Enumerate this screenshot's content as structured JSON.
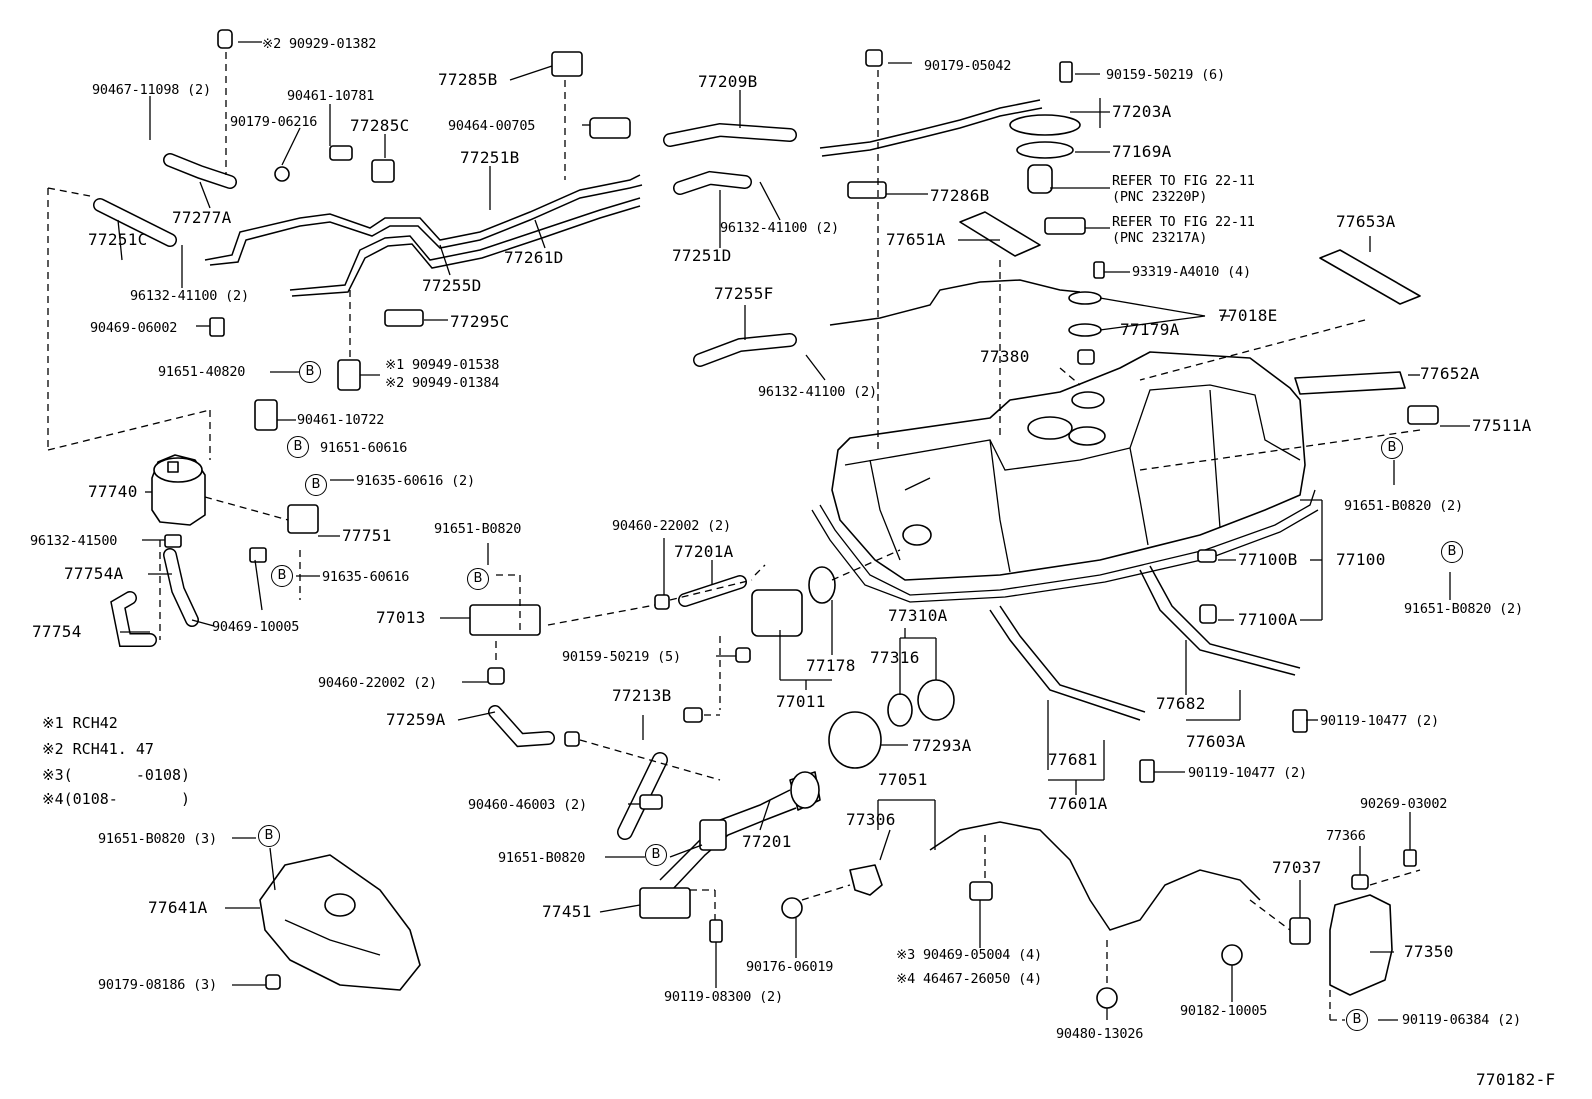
{
  "diagram": {
    "figure_id": "770182-F",
    "notes": [
      {
        "mark": "※1",
        "text": "RCH42"
      },
      {
        "mark": "※2",
        "text": "RCH41. 47"
      },
      {
        "mark": "※3",
        "text": "(       -0108)"
      },
      {
        "mark": "※4",
        "text": "(0108-       )"
      }
    ],
    "refer_1": [
      "REFER TO FIG 22-11",
      "(PNC 23220P)"
    ],
    "refer_2": [
      "REFER TO FIG 22-11",
      "(PNC 23217A)"
    ],
    "bubble": "B",
    "labels": [
      {
        "id": "l1",
        "text": "※2 90929-01382"
      },
      {
        "id": "l2",
        "text": "90467-11098 (2)"
      },
      {
        "id": "l3",
        "text": "90461-10781"
      },
      {
        "id": "l4",
        "text": "90179-06216"
      },
      {
        "id": "l5",
        "text": "77285C"
      },
      {
        "id": "l6",
        "text": "77285B"
      },
      {
        "id": "l7",
        "text": "90464-00705"
      },
      {
        "id": "l8",
        "text": "77209B"
      },
      {
        "id": "l9",
        "text": "90179-05042"
      },
      {
        "id": "l10",
        "text": "90159-50219 (6)"
      },
      {
        "id": "l11",
        "text": "77203A"
      },
      {
        "id": "l12",
        "text": "77169A"
      },
      {
        "id": "l13",
        "text": "77251B"
      },
      {
        "id": "l14",
        "text": "77277A"
      },
      {
        "id": "l15",
        "text": "77251C"
      },
      {
        "id": "l16",
        "text": "96132-41100 (2)"
      },
      {
        "id": "l17",
        "text": "77255D"
      },
      {
        "id": "l18",
        "text": "77261D"
      },
      {
        "id": "l19",
        "text": "96132-41100 (2)"
      },
      {
        "id": "l20",
        "text": "77251D"
      },
      {
        "id": "l21",
        "text": "77286B"
      },
      {
        "id": "l22",
        "text": "77651A"
      },
      {
        "id": "l23",
        "text": "77653A"
      },
      {
        "id": "l24",
        "text": "93319-A4010 (4)"
      },
      {
        "id": "l25",
        "text": "90469-06002"
      },
      {
        "id": "l26",
        "text": "77295C"
      },
      {
        "id": "l27",
        "text": "77255F"
      },
      {
        "id": "l28",
        "text": "77179A"
      },
      {
        "id": "l29",
        "text": "77018E"
      },
      {
        "id": "l30",
        "text": "91651-40820"
      },
      {
        "id": "l31",
        "text": "※1 90949-01538"
      },
      {
        "id": "l32",
        "text": "※2 90949-01384"
      },
      {
        "id": "l33",
        "text": "77380"
      },
      {
        "id": "l34",
        "text": "77652A"
      },
      {
        "id": "l35",
        "text": "96132-41100 (2)"
      },
      {
        "id": "l36",
        "text": "90461-10722"
      },
      {
        "id": "l37",
        "text": "91651-60616"
      },
      {
        "id": "l38",
        "text": "77511A"
      },
      {
        "id": "l39",
        "text": "77740"
      },
      {
        "id": "l40",
        "text": "91635-60616 (2)"
      },
      {
        "id": "l41",
        "text": "91651-B0820 (2)"
      },
      {
        "id": "l42",
        "text": "96132-41500"
      },
      {
        "id": "l43",
        "text": "77751"
      },
      {
        "id": "l44",
        "text": "91651-B0820"
      },
      {
        "id": "l45",
        "text": "90460-22002 (2)"
      },
      {
        "id": "l46",
        "text": "77201A"
      },
      {
        "id": "l47",
        "text": "77754A"
      },
      {
        "id": "l48",
        "text": "91635-60616"
      },
      {
        "id": "l49",
        "text": "77100B"
      },
      {
        "id": "l50",
        "text": "77100"
      },
      {
        "id": "l51",
        "text": "77754"
      },
      {
        "id": "l52",
        "text": "90469-10005"
      },
      {
        "id": "l53",
        "text": "77013"
      },
      {
        "id": "l54",
        "text": "77310A"
      },
      {
        "id": "l55",
        "text": "77316"
      },
      {
        "id": "l56",
        "text": "77100A"
      },
      {
        "id": "l57",
        "text": "91651-B0820 (2)"
      },
      {
        "id": "l58",
        "text": "90159-50219 (5)"
      },
      {
        "id": "l59",
        "text": "77178"
      },
      {
        "id": "l60",
        "text": "90460-22002 (2)"
      },
      {
        "id": "l61",
        "text": "77011"
      },
      {
        "id": "l62",
        "text": "77213B"
      },
      {
        "id": "l63",
        "text": "77682"
      },
      {
        "id": "l64",
        "text": "90119-10477 (2)"
      },
      {
        "id": "l65",
        "text": "77259A"
      },
      {
        "id": "l66",
        "text": "77293A"
      },
      {
        "id": "l67",
        "text": "77603A"
      },
      {
        "id": "l68",
        "text": "77681"
      },
      {
        "id": "l69",
        "text": "90119-10477 (2)"
      },
      {
        "id": "l70",
        "text": "77051"
      },
      {
        "id": "l71",
        "text": "90460-46003 (2)"
      },
      {
        "id": "l72",
        "text": "77601A"
      },
      {
        "id": "l73",
        "text": "90269-03002"
      },
      {
        "id": "l74",
        "text": "77306"
      },
      {
        "id": "l75",
        "text": "77201"
      },
      {
        "id": "l76",
        "text": "91651-B0820 (3)"
      },
      {
        "id": "l77",
        "text": "77366"
      },
      {
        "id": "l78",
        "text": "91651-B0820"
      },
      {
        "id": "l79",
        "text": "77037"
      },
      {
        "id": "l80",
        "text": "77641A"
      },
      {
        "id": "l81",
        "text": "77451"
      },
      {
        "id": "l82",
        "text": "77350"
      },
      {
        "id": "l83",
        "text": "90176-06019"
      },
      {
        "id": "l84",
        "text": "※3 90469-05004 (4)"
      },
      {
        "id": "l85",
        "text": "※4 46467-26050 (4)"
      },
      {
        "id": "l86",
        "text": "90179-08186 (3)"
      },
      {
        "id": "l87",
        "text": "90119-08300 (2)"
      },
      {
        "id": "l88",
        "text": "90182-10005"
      },
      {
        "id": "l89",
        "text": "90119-06384 (2)"
      },
      {
        "id": "l90",
        "text": "90480-13026"
      }
    ]
  }
}
